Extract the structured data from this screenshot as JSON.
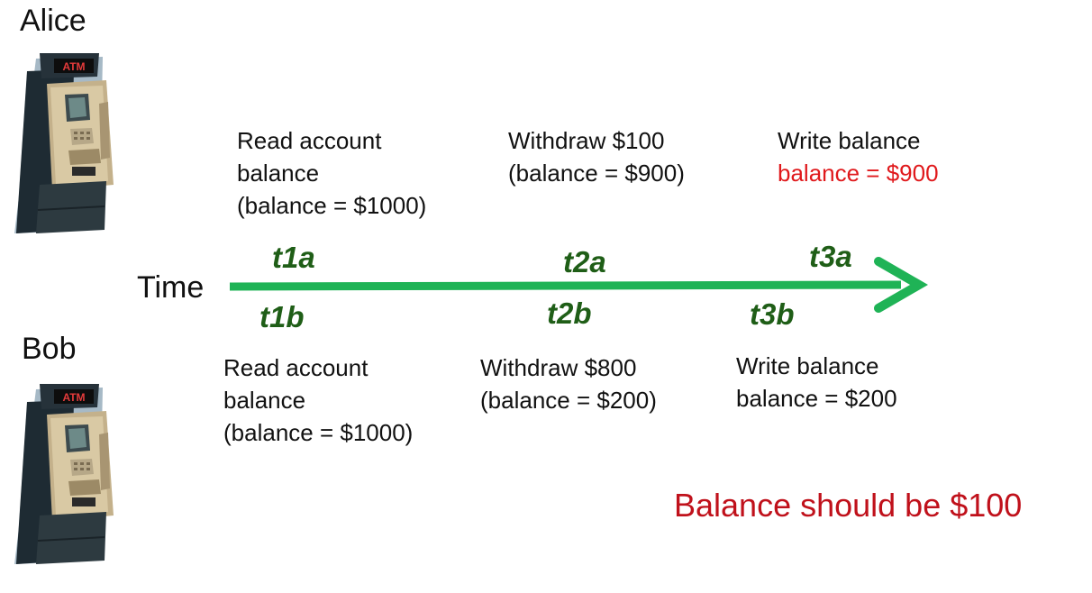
{
  "colors": {
    "arrow": "#1fb356",
    "time_label": "#1f5e17",
    "highlight": "#e0191c",
    "conclusion": "#c0111b"
  },
  "alice": {
    "name": "Alice",
    "atm_sign": "ATM",
    "steps": [
      {
        "lines": [
          "Read account",
          "balance",
          "(balance = $1000)"
        ]
      },
      {
        "lines": [
          "Withdraw $100",
          "(balance = $900)"
        ]
      },
      {
        "lines": [
          "Write balance"
        ],
        "highlight": "balance = $900"
      }
    ]
  },
  "bob": {
    "name": "Bob",
    "atm_sign": "ATM",
    "steps": [
      {
        "lines": [
          "Read account",
          "balance",
          "(balance = $1000)"
        ]
      },
      {
        "lines": [
          "Withdraw $800",
          "(balance = $200)"
        ]
      },
      {
        "lines": [
          "Write balance",
          "balance = $200"
        ]
      }
    ]
  },
  "timeline": {
    "label": "Time",
    "top_labels": [
      "t1a",
      "t2a",
      "t3a"
    ],
    "bottom_labels": [
      "t1b",
      "t2b",
      "t3b"
    ]
  },
  "conclusion": "Balance should be $100"
}
